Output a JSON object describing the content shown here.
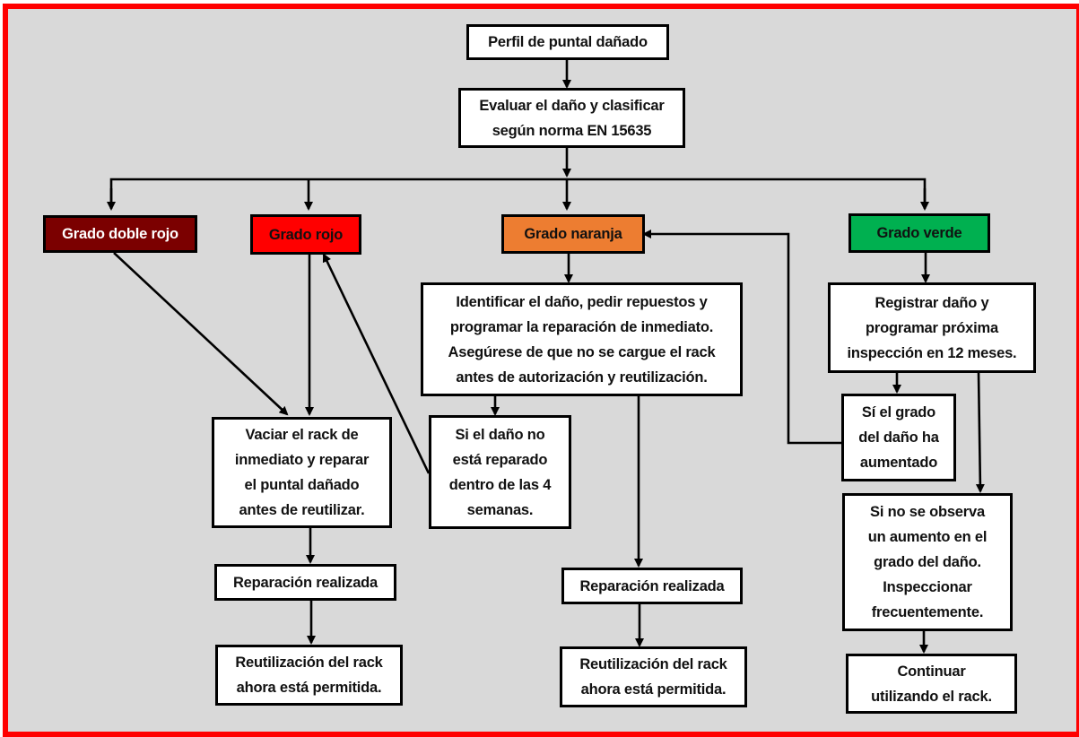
{
  "diagram": {
    "title": "Perfil de puntal dañado",
    "evaluate": "Evaluar el daño y clasificar\nsegún norma EN 15635",
    "grades": {
      "double_red": {
        "label": "Grado doble rojo",
        "color": "#7b0000"
      },
      "red": {
        "label": "Grado rojo",
        "color": "#ff0000"
      },
      "orange": {
        "label": "Grado naranja",
        "color": "#ed7d31"
      },
      "green": {
        "label": "Grado verde",
        "color": "#00b050"
      }
    },
    "red_branch": {
      "action": "Vaciar el rack de\ninmediato y reparar\nel puntal dañado\nantes de reutilizar.",
      "repair_done": "Reparación realizada",
      "reuse": "Reutilización del rack\nahora está permitida."
    },
    "orange_branch": {
      "action": "Identificar el daño, pedir repuestos y\nprogramar la reparación de inmediato.\nAsegúrese de que no se cargue el rack\nantes de autorización y reutilización.",
      "not_repaired": "Si el daño no\nestá reparado\ndentro de las 4\nsemanas.",
      "repair_done": "Reparación realizada",
      "reuse": "Reutilización del rack\nahora está permitida."
    },
    "green_branch": {
      "action": "Registrar daño y\nprogramar próxima\ninspección en 12 meses.",
      "increased": "Sí el grado\ndel daño ha\naumentado",
      "no_increase": "Si no se observa\nun aumento en el\ngrado del daño.\nInspeccionar\nfrecuentemente.",
      "continue": "Continuar\nutilizando el rack."
    },
    "frame_color": "#ff0000",
    "background_color": "#d9d9d9"
  }
}
